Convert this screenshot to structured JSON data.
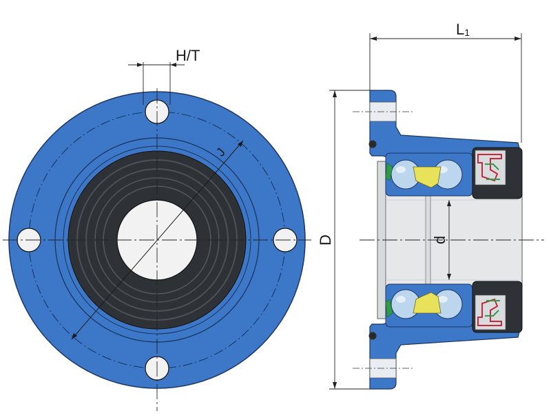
{
  "labels": {
    "hole_spec": "H/T",
    "bolt_circle": "J",
    "outer_diameter": "D",
    "bore_diameter": "d",
    "length": "L",
    "length_subscript": "1"
  },
  "colors": {
    "housing_blue": "#3d78c8",
    "housing_edge": "#1b3560",
    "bore_white": "#f2f2f2",
    "seal_dark": "#2e3136",
    "ball_light": "#bcd6ee",
    "cage_yellow": "#e8e25a",
    "seal_red": "#c8283a",
    "seal_green": "#2f9a4a"
  }
}
